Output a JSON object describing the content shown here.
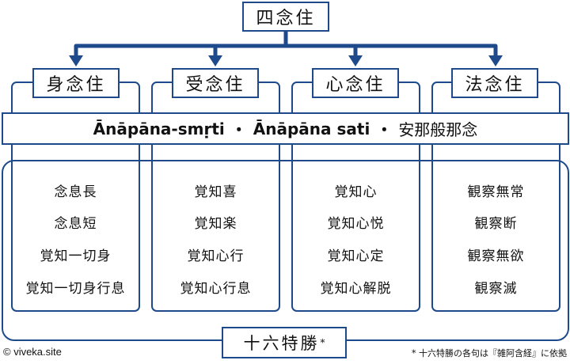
{
  "root": {
    "label": "四念住"
  },
  "foundations": [
    {
      "label": "身念住",
      "practices": [
        "念息長",
        "念息短",
        "覚知一切身",
        "覚知一切身行息"
      ]
    },
    {
      "label": "受念住",
      "practices": [
        "覚知喜",
        "覚知楽",
        "覚知心行",
        "覚知心行息"
      ]
    },
    {
      "label": "心念住",
      "practices": [
        "覚知心",
        "覚知心悦",
        "覚知心定",
        "覚知心解脱"
      ]
    },
    {
      "label": "法念住",
      "practices": [
        "観察無常",
        "観察断",
        "観察無欲",
        "観察滅"
      ]
    }
  ],
  "band": {
    "term1": "Ānāpāna-smṛti",
    "sep1": "・",
    "term2": "Ānāpāna sati",
    "sep2": "・",
    "term3": "安那般那念"
  },
  "sixteen": {
    "label": "十六特勝",
    "mark": "*"
  },
  "footer": {
    "copyright": "© viveka.site",
    "note": "* 十六特勝の各句は『雑阿含経』に依拠"
  },
  "colors": {
    "accent": "#1e4a8c",
    "background": "#ffffff",
    "text": "#111111"
  }
}
